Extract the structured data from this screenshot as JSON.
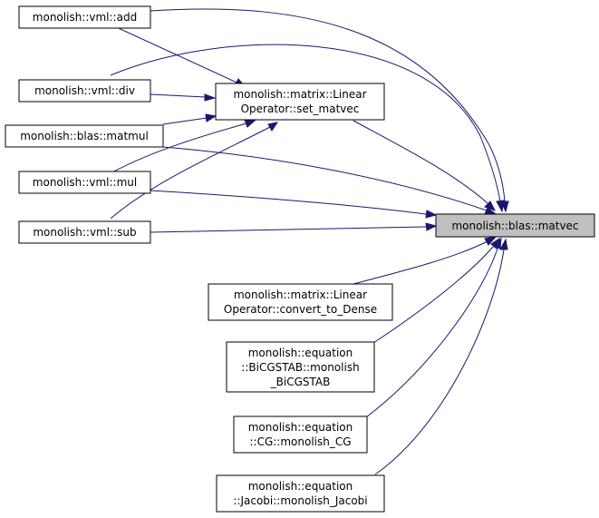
{
  "nodes": {
    "vml_add": {
      "lines": [
        "monolish::vml::add"
      ]
    },
    "vml_div": {
      "lines": [
        "monolish::vml::div"
      ]
    },
    "blas_matmul": {
      "lines": [
        "monolish::blas::matmul"
      ]
    },
    "vml_mul": {
      "lines": [
        "monolish::vml::mul"
      ]
    },
    "vml_sub": {
      "lines": [
        "monolish::vml::sub"
      ]
    },
    "set_matvec": {
      "lines": [
        "monolish::matrix::Linear",
        "Operator::set_matvec"
      ]
    },
    "convert_to_dense": {
      "lines": [
        "monolish::matrix::Linear",
        "Operator::convert_to_Dense"
      ]
    },
    "bicgstab": {
      "lines": [
        "monolish::equation",
        "::BiCGSTAB::monolish",
        "_BiCGSTAB"
      ]
    },
    "cg": {
      "lines": [
        "monolish::equation",
        "::CG::monolish_CG"
      ]
    },
    "jacobi": {
      "lines": [
        "monolish::equation",
        "::Jacobi::monolish_Jacobi"
      ]
    },
    "blas_matvec": {
      "lines": [
        "monolish::blas::matvec"
      ]
    }
  },
  "colors": {
    "edge": "#191970",
    "target_fill": "#bfbfbf"
  }
}
